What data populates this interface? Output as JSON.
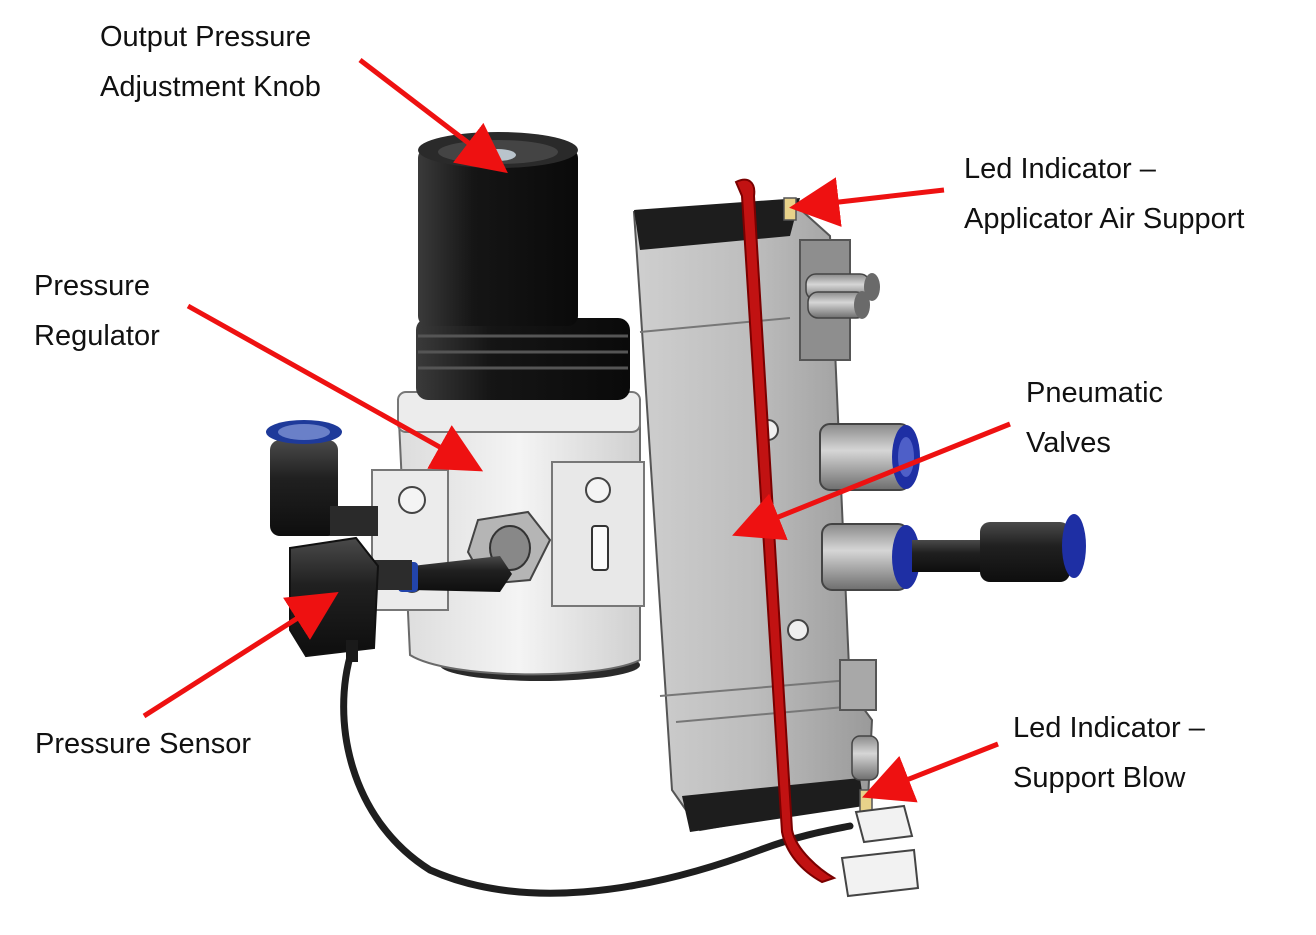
{
  "labels": {
    "output_pressure_knob": [
      "Output Pressure",
      "Adjustment Knob"
    ],
    "led_indicator_applicator": [
      "Led Indicator –",
      "Applicator Air Support"
    ],
    "pressure_regulator": [
      "Pressure",
      "Regulator"
    ],
    "pneumatic_valves": [
      "Pneumatic",
      "Valves"
    ],
    "pressure_sensor": [
      "Pressure Sensor"
    ],
    "led_indicator_support_blow": [
      "Led Indicator –",
      "Support Blow"
    ]
  },
  "colors": {
    "arrow": "#ee1111",
    "text": "#111111",
    "knob": "#1c1c1c",
    "regulator_body": "#e6e6e6",
    "valve_body": "#b8b8b8",
    "fitting_blue": "#2233aa",
    "red_strip": "#cc1111"
  }
}
